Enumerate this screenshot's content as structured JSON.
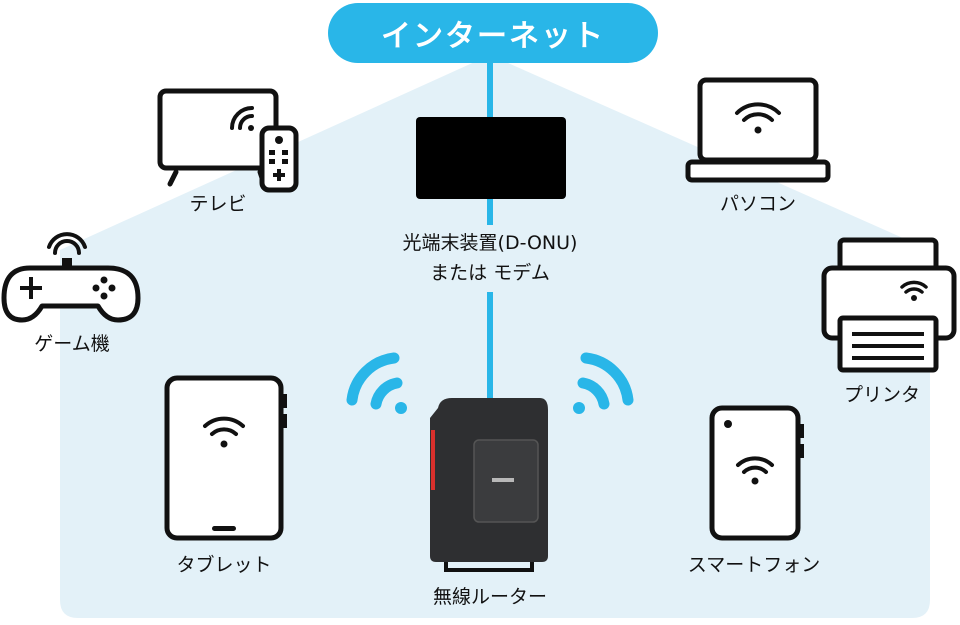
{
  "internet": {
    "label": "インターネット"
  },
  "colors": {
    "accent": "#29b6e8",
    "house_fill": "#e3f1f8",
    "device": "#111111"
  },
  "devices": {
    "tv": "テレビ",
    "game": "ゲーム機",
    "onu_line1": "光端末装置(D-ONU)",
    "onu_line2": "または モデム",
    "pc": "パソコン",
    "printer": "プリンタ",
    "tablet": "タブレット",
    "router": "無線ルーター",
    "phone": "スマートフォン"
  }
}
